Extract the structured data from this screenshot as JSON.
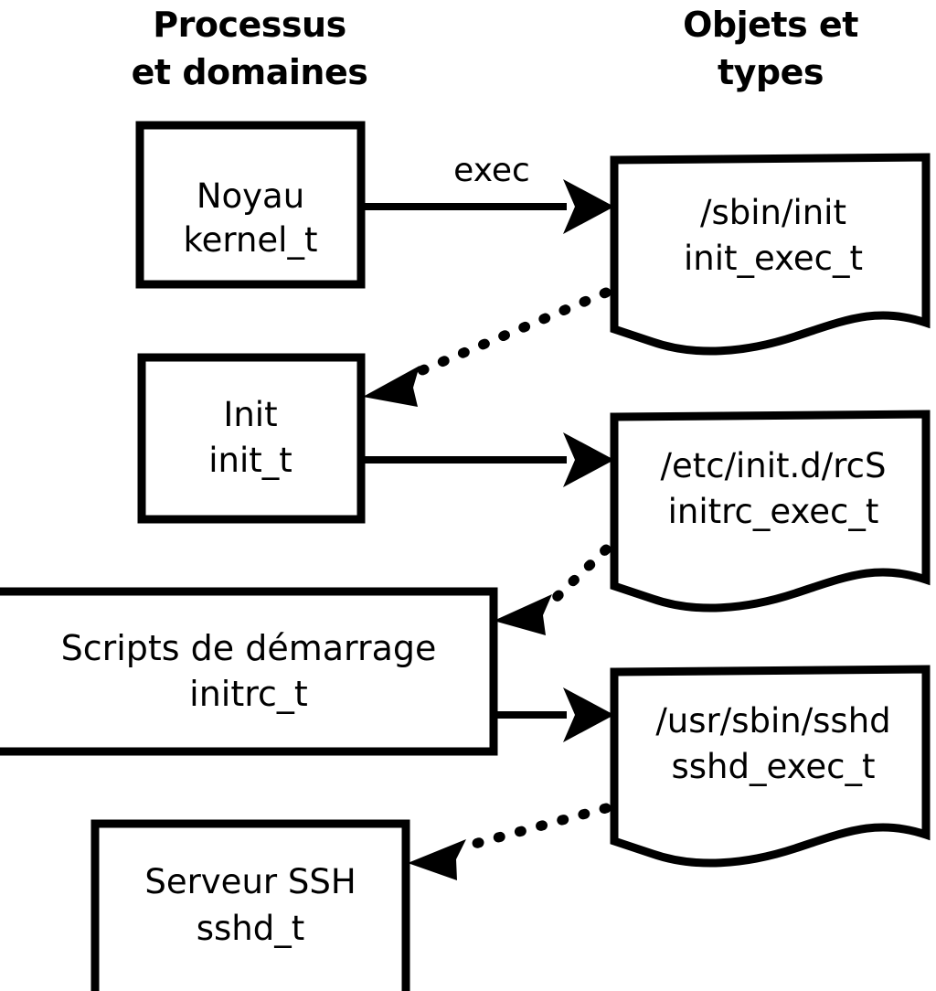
{
  "diagram": {
    "title": "SELinux process domains and object types transition diagram",
    "background_color": "#ffffff",
    "stroke_color": "#000000",
    "columns": [
      {
        "id": "processes",
        "label_line1": "Processus",
        "label_line2": "et domaines"
      },
      {
        "id": "objects",
        "label_line1": "Objets et",
        "label_line2": "types"
      }
    ],
    "process_nodes": [
      {
        "id": "kernel",
        "shape": "rectangle",
        "line1": "Noyau",
        "line2": "kernel_t"
      },
      {
        "id": "init",
        "shape": "rectangle",
        "line1": "Init",
        "line2": "init_t"
      },
      {
        "id": "initrc",
        "shape": "rectangle",
        "line1": "Scripts de démarrage",
        "line2": "initrc_t"
      },
      {
        "id": "sshd",
        "shape": "rectangle",
        "line1": "Serveur SSH",
        "line2": "sshd_t"
      }
    ],
    "object_nodes": [
      {
        "id": "init_exec",
        "shape": "document",
        "line1": "/sbin/init",
        "line2": "init_exec_t"
      },
      {
        "id": "initrc_exec",
        "shape": "document",
        "line1": "/etc/init.d/rcS",
        "line2": "initrc_exec_t"
      },
      {
        "id": "sshd_exec",
        "shape": "document",
        "line1": "/usr/sbin/sshd",
        "line2": "sshd_exec_t"
      }
    ],
    "edges": [
      {
        "id": "kernel-to-init_exec",
        "from": "kernel",
        "to": "init_exec",
        "style": "solid",
        "label": "exec"
      },
      {
        "id": "init_exec-to-init",
        "from": "init_exec",
        "to": "init",
        "style": "dotted",
        "label": ""
      },
      {
        "id": "init-to-initrc_exec",
        "from": "init",
        "to": "initrc_exec",
        "style": "solid",
        "label": ""
      },
      {
        "id": "initrc_exec-to-initrc",
        "from": "initrc_exec",
        "to": "initrc",
        "style": "dotted",
        "label": ""
      },
      {
        "id": "initrc-to-sshd_exec",
        "from": "initrc",
        "to": "sshd_exec",
        "style": "solid",
        "label": ""
      },
      {
        "id": "sshd_exec-to-sshd",
        "from": "sshd_exec",
        "to": "sshd",
        "style": "dotted",
        "label": ""
      }
    ]
  }
}
